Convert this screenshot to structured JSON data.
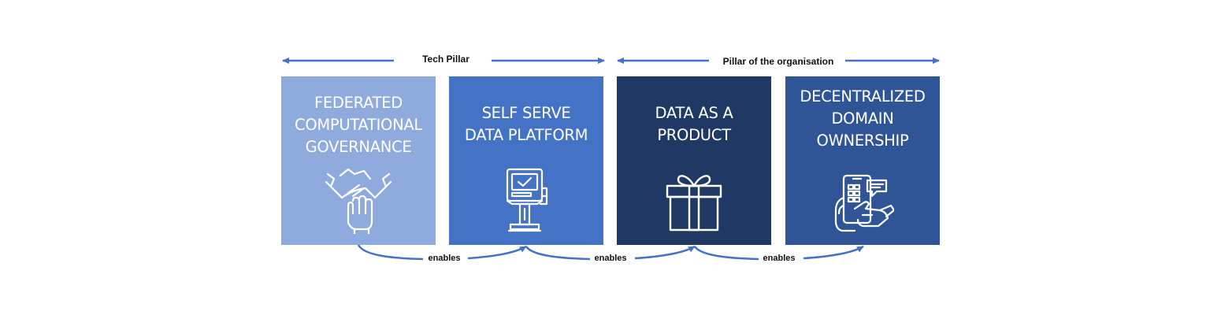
{
  "pillars": {
    "tech": "Tech Pillar",
    "organisation": "Pillar of the organisation"
  },
  "cards": [
    {
      "lines": [
        "FEDERATED",
        "COMPUTATIONAL",
        "GOVERNANCE"
      ],
      "icon": "hands-together-icon",
      "color": "#8FAADC"
    },
    {
      "lines": [
        "SELF SERVE",
        "DATA PLATFORM"
      ],
      "icon": "kiosk-terminal-icon",
      "color": "#4472C4"
    },
    {
      "lines": [
        "DATA AS A",
        "PRODUCT"
      ],
      "icon": "gift-box-icon",
      "color": "#203864"
    },
    {
      "lines": [
        "DECENTRALIZED",
        "DOMAIN",
        "OWNERSHIP"
      ],
      "icon": "hand-holding-phone-icon",
      "color": "#2F5597"
    }
  ],
  "connectors": [
    {
      "label": "enables"
    },
    {
      "label": "enables"
    },
    {
      "label": "enables"
    }
  ],
  "colors": {
    "arrow": "#4472C4",
    "text": "#111111"
  }
}
